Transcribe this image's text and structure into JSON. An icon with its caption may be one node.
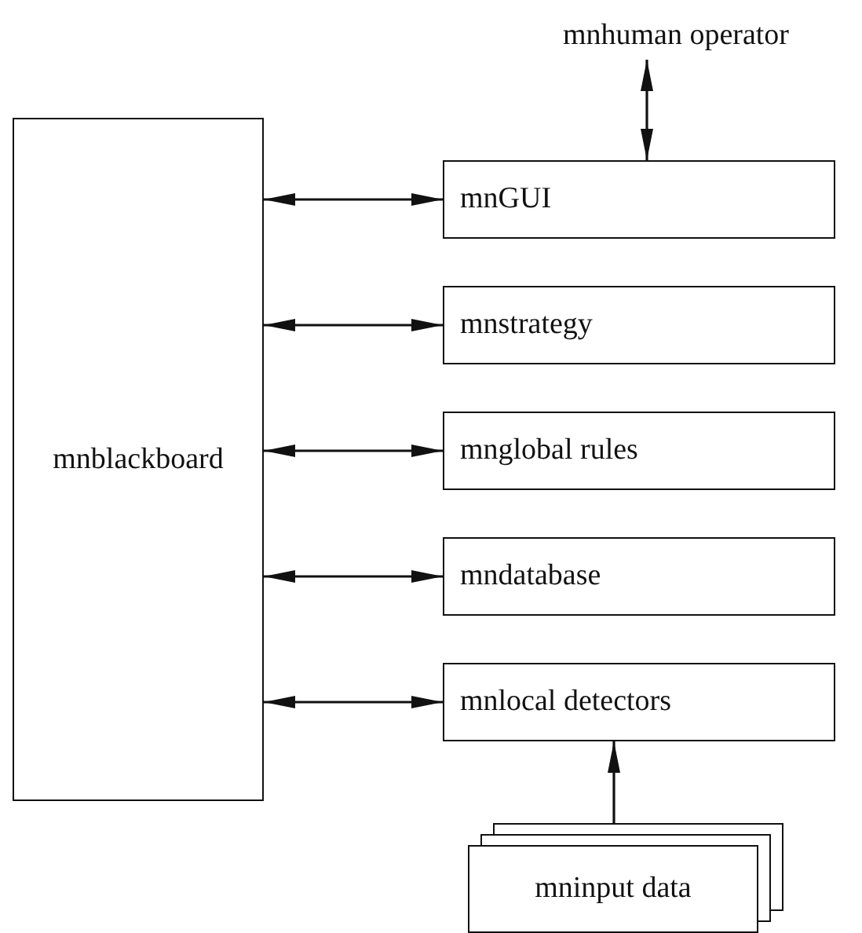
{
  "diagram": {
    "nodes": [
      {
        "text": [
          "mnhuman operator"
        ]
      },
      {
        "text": [
          "mnblackboard"
        ]
      },
      {
        "text": [
          "mnGUI"
        ]
      },
      {
        "text": [
          "mnstrategy"
        ]
      },
      {
        "text": [
          "mnglobal rules"
        ]
      },
      {
        "text": [
          "mndatabase"
        ]
      },
      {
        "text": [
          "mnlocal detectors"
        ]
      },
      {
        "text": [
          "mninput data"
        ]
      }
    ],
    "edges": [
      {
        "from": 0,
        "to": 2,
        "arrow": "both"
      },
      {
        "from": 1,
        "to": 2,
        "arrow": "both"
      },
      {
        "from": 1,
        "to": 3,
        "arrow": "both"
      },
      {
        "from": 1,
        "to": 4,
        "arrow": "both"
      },
      {
        "from": 1,
        "to": 5,
        "arrow": "both"
      },
      {
        "from": 1,
        "to": 6,
        "arrow": "both"
      },
      {
        "from": 7,
        "to": 6,
        "arrow": "to"
      }
    ]
  }
}
